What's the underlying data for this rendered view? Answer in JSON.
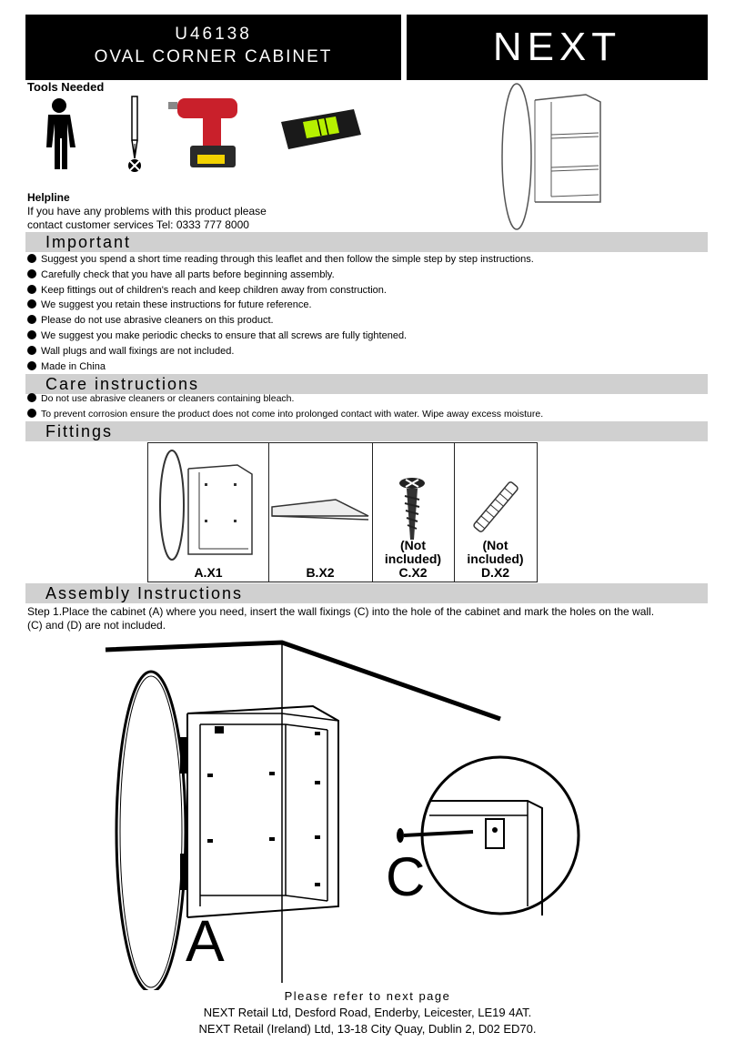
{
  "header": {
    "code": "U46138",
    "name": "OVAL CORNER CABINET",
    "brand": "NEXT"
  },
  "tools": {
    "title": "Tools Needed",
    "icons": [
      "person-icon",
      "screwdriver-icon",
      "drill-icon",
      "spirit-level-icon"
    ]
  },
  "helpline": {
    "title": "Helpline",
    "line1": "If you have any problems with this product please",
    "line2": "contact customer services Tel: 0333 777 8000"
  },
  "important": {
    "title": "Important",
    "items": [
      "Suggest you spend a short time reading through this leaflet and then follow the simple step by step instructions.",
      "Carefully check that you have all parts before beginning assembly.",
      "Keep fittings out of children's reach and keep children away from construction.",
      "We suggest you retain these instructions for future reference.",
      "Please do not use abrasive cleaners on this product.",
      "We suggest you make periodic checks to ensure that all screws are fully tightened.",
      "Wall plugs and wall fixings are not included.",
      "Made in China"
    ]
  },
  "care": {
    "title": "Care instructions",
    "items": [
      "Do not use abrasive cleaners or cleaners containing bleach.",
      "To prevent corrosion ensure the product does not come into prolonged contact with water.  Wipe away excess moisture."
    ]
  },
  "fittings": {
    "title": "Fittings",
    "parts": [
      {
        "label": "A.X1",
        "note": ""
      },
      {
        "label": "B.X2",
        "note": ""
      },
      {
        "label": "C.X2",
        "note": "(Not included)"
      },
      {
        "label": "D.X2",
        "note": "(Not included)"
      }
    ]
  },
  "assembly": {
    "title": "Assembly Instructions",
    "step1_line1": "Step 1.Place the cabinet (A) where you need, insert the wall fixings (C) into the hole of the cabinet and mark the holes on the wall.",
    "step1_line2": " (C) and (D) are not included.",
    "label_a": "A",
    "label_c": "C"
  },
  "footer": {
    "refer": "Please refer to next page",
    "address1": "NEXT Retail Ltd, Desford Road, Enderby, Leicester, LE19  4AT.",
    "address2": "NEXT Retail (Ireland) Ltd, 13-18 City Quay, Dublin 2, D02 ED70."
  }
}
